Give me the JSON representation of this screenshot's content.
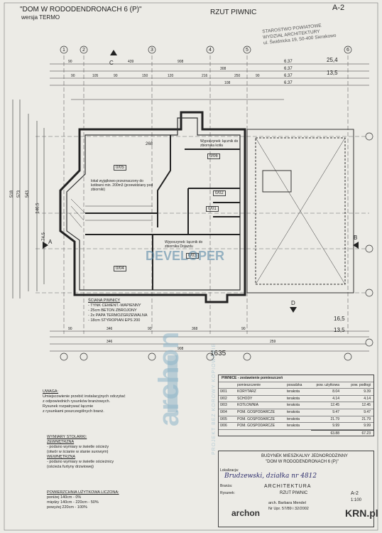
{
  "header": {
    "title": "\"DOM W RODODENDRONACH 6 (P)\"",
    "version": "wersja TERMO",
    "view": "RZUT PIWNIC",
    "sheet": "A-2"
  },
  "stamp": {
    "lines": [
      "STAROSTWO POWIATOWE",
      "WYDZIAŁ ARCHITEKTURY",
      "ul. Świdnicka 19, 50-400 Sierakowo"
    ]
  },
  "rooms": [
    {
      "id": "0/05",
      "text": "lokal wyjątkowo przeznaczony do kotłowni min. 200m3 (przewidziany pod zbiorniki)",
      "area": "268"
    },
    {
      "id": "0/06",
      "text": "Wypoczynek: łącznik do zbiornika kotła",
      "area": ""
    },
    {
      "id": "0/02",
      "text": "",
      "area": ""
    },
    {
      "id": "0/01",
      "text": "",
      "area": ""
    },
    {
      "id": "0/03",
      "text": "Wypoczynek: łącznik do zbiornika Dojazdu",
      "area": ""
    },
    {
      "id": "0/04",
      "text": "",
      "area": ""
    }
  ],
  "legend": {
    "title": "ŚCIANA PIWNICY",
    "lines": [
      "- TYNK CEMENT.-WAPIENNY",
      "- 25cm BETON ZBROJONY",
      "- 2x PAPA TERMOZGRZEWALNA",
      "- 18cm STYROPIAN EPS 200"
    ]
  },
  "notes": {
    "uwaga_title": "UWAGA:",
    "uwaga": [
      "Umiejscowienie przebić instalacyjnych odczytać",
      "z odpowiednich rysunków branżowych.",
      "Rysunek rozpatrywać łącznie",
      "z rysunkami poszczególnych branż."
    ],
    "stolarka_title": "WYMIARY STOLARKI:",
    "stolarka": [
      "ZEWNĘTRZNA",
      "- podano wymiary w świetle ościeży",
      "(otwór w ścianie w stanie surowym)",
      "WEWNĘTRZNA",
      "- podano wymiary w świetle ościeżnicy",
      "(ościeża furtyny drzwiowej)"
    ],
    "area_title": "POWIERZCHNIA UŻYTKOWA LICZONA:",
    "area_lines": [
      "poniżej 140cm - 0%",
      "między 140cm - 220cm - 50%",
      "powyżej 220cm - 100%"
    ]
  },
  "room_table": {
    "title": "PIWNICE - zestawienie pomieszczeń",
    "headers": [
      "",
      "pomieszczenie",
      "posadzka",
      "pow. użytkowa",
      "pow. podłogi"
    ],
    "rows": [
      [
        "0/01",
        "KORYTARZ",
        "terakota",
        "8.04",
        "9.39"
      ],
      [
        "0/02",
        "SCHODY",
        "terakota",
        "4.14",
        "4.14"
      ],
      [
        "0/03",
        "KOTŁOWNIA",
        "terakota",
        "12.45",
        "12.45"
      ],
      [
        "0/04",
        "POM. GOSPODARCZE",
        "terakota",
        "9.47",
        "9.47"
      ],
      [
        "0/05",
        "POM. GOSPODARCZE",
        "terakota",
        "21.79",
        "21.79"
      ],
      [
        "0/06",
        "POM. GOSPODARCZE",
        "terakota",
        "9.99",
        "9.99"
      ]
    ],
    "totals": [
      "63.88",
      "67.23"
    ]
  },
  "title_block": {
    "project": "BUDYNEK MIESZKALNY JEDNORODZINNY",
    "name": "\"DOM W RODODENDRONACH 6 (P)\"",
    "location_label": "Lokalizacja:",
    "location_hand": "Brudzewski, działka nr 4812",
    "branch_label": "Branża:",
    "branch": "ARCHITEKTURA",
    "drawing_label": "Rysunek:",
    "drawing": "RZUT PIWNIC",
    "sheet": "A-2",
    "scale": "1:100",
    "author": "arch. Barbara Mendel",
    "license": "Nr Upr. 57/89 i 32/2002",
    "company": "archon"
  },
  "dims": {
    "top1": [
      "90",
      "439",
      "908",
      "308",
      "250",
      "90"
    ],
    "top2": [
      "90",
      "105",
      "90",
      "150",
      "120",
      "216",
      "108"
    ],
    "total_top": "1635",
    "levels_top": [
      "25,4",
      "13,5"
    ],
    "levels_r": [
      "6.37",
      "6.37",
      "6.37",
      "6.37"
    ],
    "bottom1": [
      "90",
      "346",
      "90",
      "368",
      "90"
    ],
    "bottom2": [
      "346",
      "908",
      "259"
    ],
    "left": [
      "518",
      "573",
      "543",
      "146.5",
      "74.5"
    ],
    "levels_bot": [
      "16,5",
      "13,5"
    ]
  },
  "axes": [
    "1",
    "2",
    "3",
    "4",
    "5",
    "6",
    "A",
    "B",
    "C",
    "D"
  ],
  "watermarks": {
    "vertical": "PROJEKT BEZ KOROWY KOPIOWANIE",
    "brand": "archon",
    "agency": "DEVELOPER",
    "site": "KRN.pl"
  }
}
